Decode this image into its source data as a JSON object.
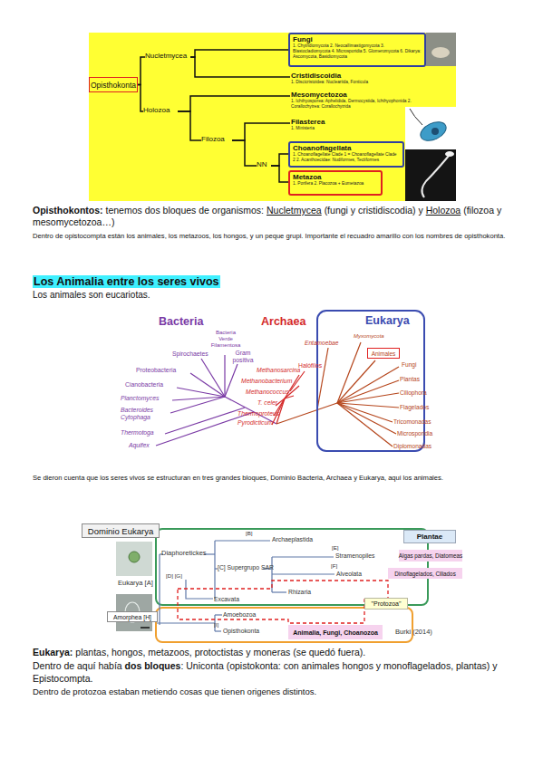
{
  "diagram": {
    "title": "Los Animalia entre los seres vivos",
    "nodes": [
      {
        "text": [
          "Opisthokonta"
        ]
      },
      {
        "text": [
          "Nucletmycea"
        ]
      },
      {
        "text": [
          "Fungi",
          "1. Chytridiomycota 2. Neocallimastigomycota 3. Blastocladiomycota 4. Microsporidia 5. Glomeromycota 6. Dikarya: Ascomycota, Basidiomycota"
        ]
      },
      {
        "text": [
          "Cristidiscoidia",
          "1. Discicristoidea: Nucleariida, Fonticula"
        ]
      },
      {
        "text": [
          "Holozoa"
        ]
      },
      {
        "text": [
          "Mesomycetozoa",
          "1. Ichthyosporea: Aphelidida, Dermocystida, Ichthyophonida 2. Corallochytrea: Corallochytrida"
        ]
      },
      {
        "text": [
          "Filozoa"
        ]
      },
      {
        "text": [
          "Filasterea",
          "1. Ministeria"
        ]
      },
      {
        "text": [
          "NN"
        ]
      },
      {
        "text": [
          "Choanoflagellata",
          "1. Choanoflagellate Clade 1 = Choanoflagellate Clade 2 2. Acanthoecidae: Nudiformes, Tectiformes"
        ]
      },
      {
        "text": [
          "Metazoa",
          "1. Porifera 2. Placozoa + Eumetazoa"
        ]
      },
      {
        "text": [
          "Eukarya"
        ]
      },
      {
        "text": [
          "Animales"
        ],
        "in": 11
      },
      {
        "text": [
          "Dominio Eukarya"
        ]
      },
      {
        "text": [
          "Plantae"
        ]
      },
      {
        "text": [
          "Algas pardas, Diatomeas"
        ]
      },
      {
        "text": [
          "Dinoflagelados, Ciliados"
        ]
      },
      {
        "text": [
          "Amorphea [H]"
        ]
      },
      {
        "text": [
          "\"Protozoa\""
        ]
      },
      {
        "text": [
          "Animalia, Fungi, Choanozoa"
        ]
      }
    ],
    "edges": [
      {
        "from": 0,
        "to": 1,
        "arrow": "none"
      },
      {
        "from": 1,
        "to": 2,
        "arrow": "none"
      },
      {
        "from": 1,
        "to": 3,
        "arrow": "none"
      },
      {
        "from": 0,
        "to": 4,
        "arrow": "none"
      },
      {
        "from": 4,
        "to": 5,
        "arrow": "none"
      },
      {
        "from": 4,
        "to": 6,
        "arrow": "none"
      },
      {
        "from": 6,
        "to": 7,
        "arrow": "none"
      },
      {
        "from": 6,
        "to": 8,
        "arrow": "none"
      },
      {
        "from": 8,
        "to": 9,
        "arrow": "none"
      },
      {
        "from": 8,
        "to": 10,
        "arrow": "none"
      }
    ],
    "labels": [
      "Opisthokontos:",
      "tenemos dos bloques de organismos:",
      "Nucletmycea",
      "(fungi y cristidiscodia) y",
      "Holozoa",
      "(filozoa y mesomycetozoa…)",
      "Dentro de opistocompta están los animales, los metazoos, los hongos, y un peque grupi. Importante el recuadro amarillo con los nombres de opisthokonta.",
      "Los animales son eucariotas.",
      "Bacteria",
      "Archaea",
      "Bacteria Verde Filamentosa",
      "Spirochaetes",
      "Gram positiva",
      "Proteobacteria",
      "Cianobacteria",
      "Planctomyces",
      "Bacteroides Cytophaga",
      "Thermotoga",
      "Aquifex",
      "Methanosarcina",
      "Methanobacterium",
      "Methanococcus",
      "T. celer",
      "Thermoproteus",
      "Pyrodicticum",
      "Halófilos",
      "Entamoebae",
      "Myxomycota",
      "Fungi",
      "Plantas",
      "Ciliophora",
      "Flagelados",
      "Tricomonadas",
      "Microsporidia",
      "Diplomonadas",
      "Se dieron cuenta que los seres vivos se estructuran en tres grandes bloques, Dominio Bacteria, Archaea y Eukarya, aqui los animales.",
      "Eukarya [A]",
      "Diaphoretickes",
      "[B]",
      "Archaeplastida",
      "[C] Supergrupo SAR",
      "[E]",
      "Stramenopiles",
      "[F]",
      "Alveolata",
      "Rhizaria",
      "[D] [G]",
      "Excavata",
      "Amoebozoa",
      "[I]",
      "Opisthokonta",
      "Burki (2014)",
      "Eukarya:",
      "plantas, hongos, metazoos, protoctistas y moneras (se quedó fuera).",
      "Dentro de aquí había",
      "dos bloques",
      ": Uniconta (opistokonta: con animales hongos y monoflagelados, plantas) y Epistocompta.",
      "Dentro de protozoa estaban metiendo cosas que tienen origenes distintos."
    ]
  }
}
